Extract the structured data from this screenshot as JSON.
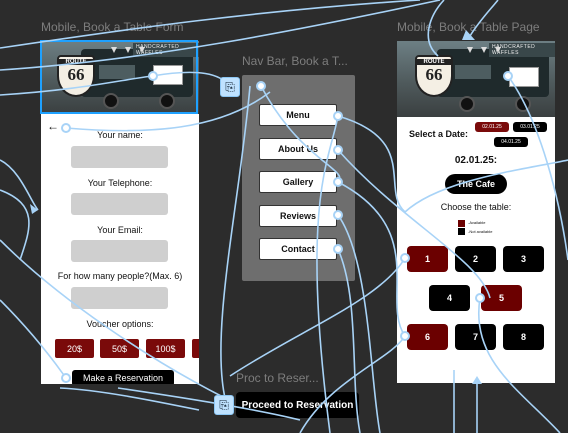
{
  "frames": {
    "form_title": "Mobile, Book a Table Form",
    "nav_title": "Nav Bar, Book a T...",
    "page_title": "Mobile, Book a Table Page",
    "proc_title": "Proc to Reser..."
  },
  "hero": {
    "banner": "HANDCRAFTED WAFFLES",
    "shield_top": "ROUTE",
    "shield_number": "66"
  },
  "form": {
    "back_icon": "arrow-left",
    "name_label": "Your name:",
    "telephone_label": "Your Telephone:",
    "email_label": "Your Email:",
    "people_label": "For how many people?(Max. 6)",
    "voucher_label": "Voucher options:",
    "vouchers": [
      "20$",
      "50$",
      "100$"
    ],
    "reservation_button": "Make a Reservation"
  },
  "nav": {
    "items": [
      "Menu",
      "About Us",
      "Gallery",
      "Reviews",
      "Contact"
    ]
  },
  "page": {
    "select_date_label": "Select a Date:",
    "dates": [
      "02.01.25",
      "03.01.25",
      "04.01.25"
    ],
    "selected_date": "02.01.25:",
    "venue": "The Cafe",
    "choose_table_label": "Choose the table:",
    "legend_available": "-Available",
    "legend_unavailable": "-Not available",
    "tables": [
      "1",
      "2",
      "3",
      "4",
      "5",
      "6",
      "7",
      "8"
    ]
  },
  "proceed_button": "Proceed to Reservation",
  "colors": {
    "canvas": "#2c2c2c",
    "accent": "#7a0a0a",
    "selection": "#1ea1ff",
    "wire": "#a8d3f7"
  },
  "icons": {
    "interaction_handle": "device-link-icon"
  }
}
